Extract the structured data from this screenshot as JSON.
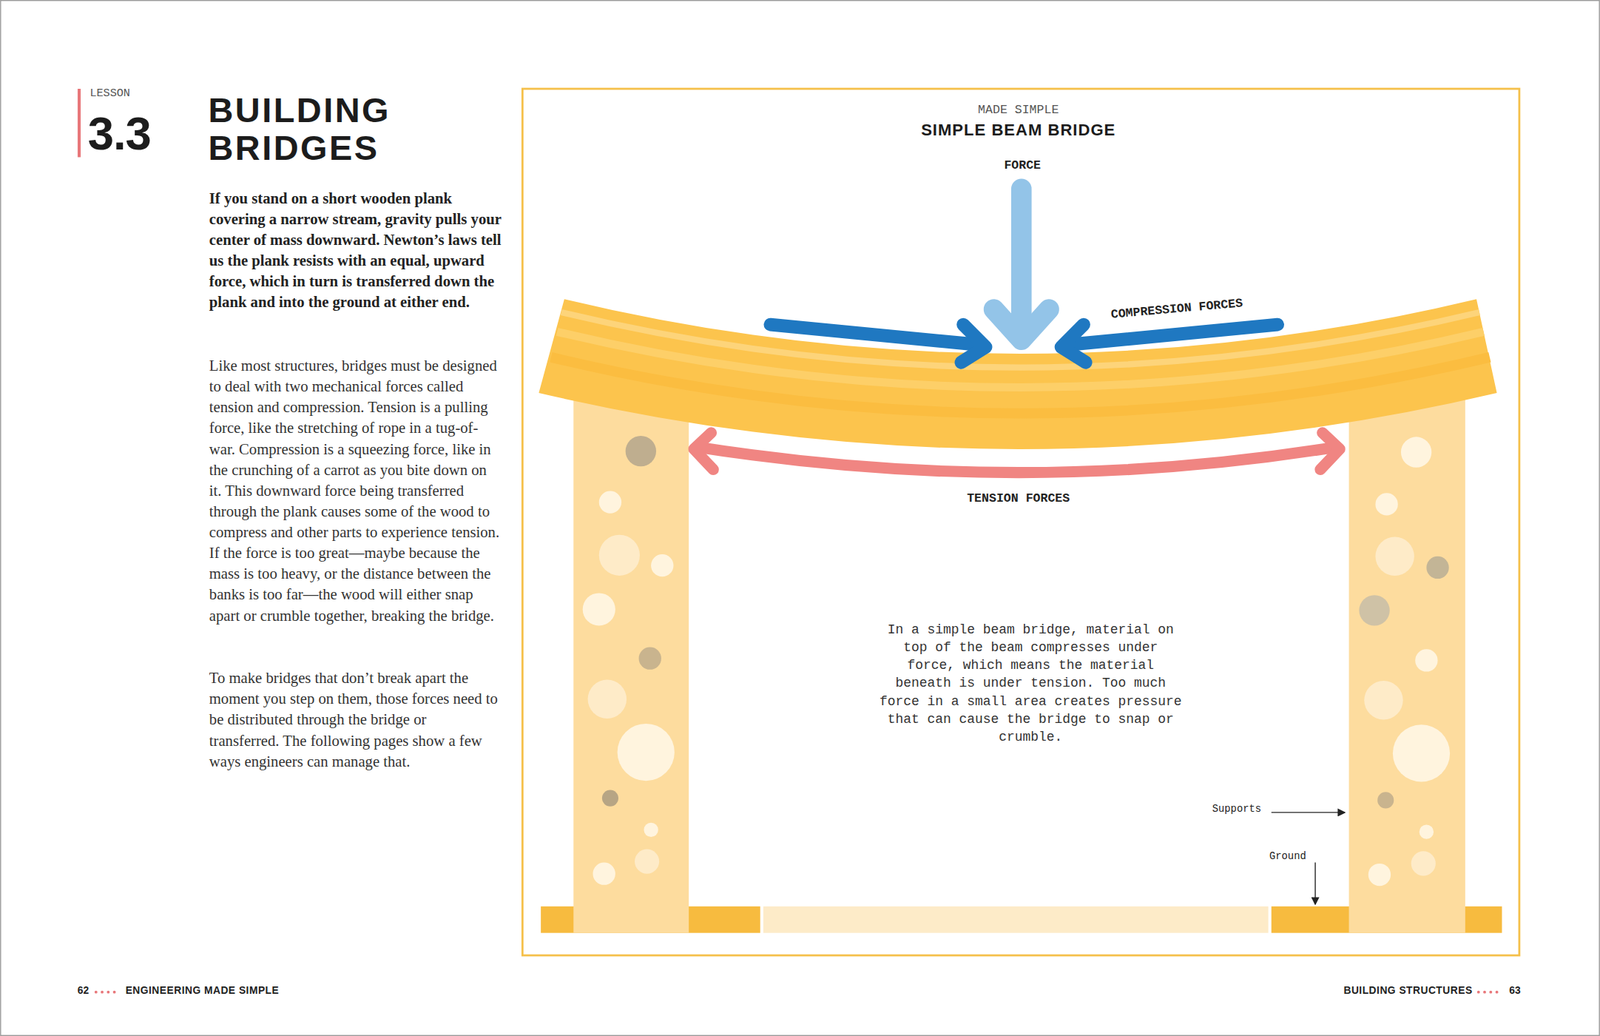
{
  "diagram": {
    "title": "BUILDING BRIDGES",
    "caption": "In a simple beam bridge, material on top of the beam compresses under force, which means the material beneath is under tension. Too much force in a small area creates pressure that can cause the bridge to snap or crumble.",
    "labels": [
      "LESSON",
      "3.3",
      "If you stand on a short wooden plank covering a narrow stream, gravity pulls your center of mass downward. Newton’s laws tell us the plank resists with an equal, upward force, which in turn is transferred down the plank and into the ground at either end.",
      "Like most structures, bridges must be designed to deal with two mechanical forces called tension and compression. Tension is a pulling force, like the stretching of rope in a tug-of-war. Compression is a squeezing force, like in the crunching of a carrot as you bite down on it. This downward force being transferred through the plank causes some of the wood to compress and other parts to experience tension. If the force is too great—maybe because the mass is too heavy, or the distance between the banks is too far—the wood will either snap apart or crumble together, breaking the bridge.",
      "To make bridges that don’t break apart the moment you step on them, those forces need to be distributed through the bridge or transferred. The following pages show a few ways engineers can manage that.",
      "MADE SIMPLE",
      "SIMPLE BEAM BRIDGE",
      "FORCE",
      "COMPRESSION FORCES",
      "TENSION FORCES",
      "Supports",
      "Ground",
      "62",
      "ENGINEERING MADE SIMPLE",
      "BUILDING STRUCTURES",
      "63"
    ]
  }
}
